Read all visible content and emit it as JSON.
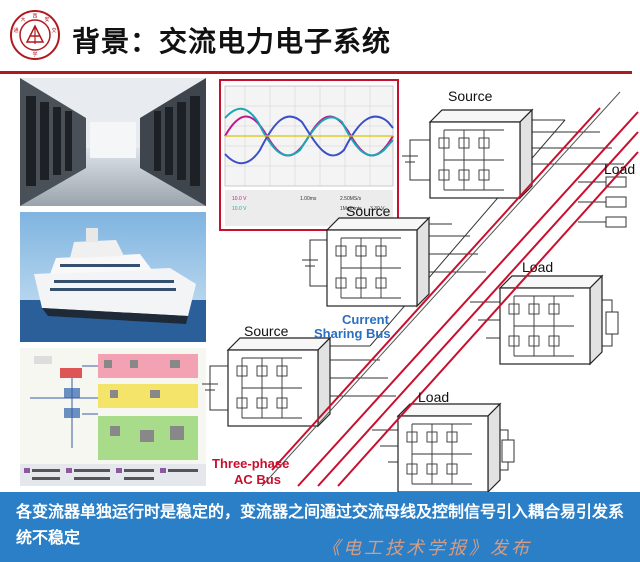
{
  "title": "背景：交流电力电子系统",
  "bottom_text": "各变流器单独运行时是稳定的，变流器之间通过交流母线及控制信号引入耦合易引发系统不稳定",
  "watermark": "《电工技术学报》发布",
  "logo_glyphs": [
    "西",
    "安",
    "交",
    "通",
    "大",
    "学"
  ],
  "diagram": {
    "source_label": "Source",
    "load_label": "Load",
    "current_sharing": [
      "Current",
      "Sharing Bus"
    ],
    "three_phase": [
      "Three-phase",
      "AC Bus"
    ]
  },
  "scope_readouts": [
    "10.0 V",
    "10.0 V",
    "1.00ms",
    "2.50MS/s",
    "1M points",
    "3.30 V"
  ],
  "colors": {
    "title_rule": "#b0191e",
    "bus_red": "#c8102e",
    "band_blue": "#2a7fc6",
    "scope_border": "#c8102e",
    "wave_magenta": "#c2168b",
    "wave_cyan": "#1aa6b7",
    "wave_blue": "#3a50c8",
    "wave_yellow": "#d8c300"
  }
}
